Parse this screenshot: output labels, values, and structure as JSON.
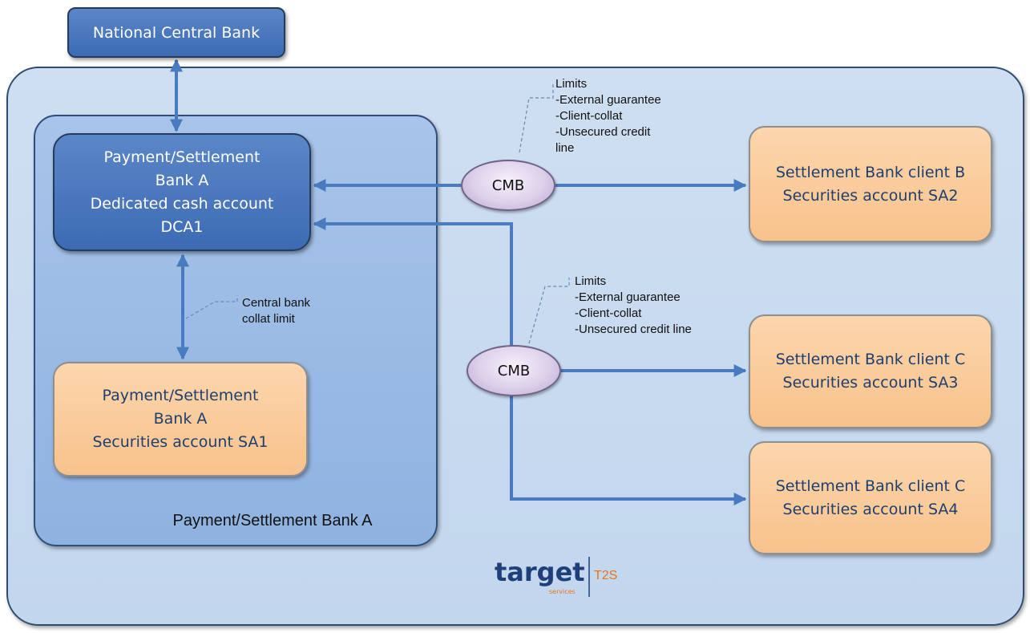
{
  "national_central_bank": {
    "label": "National Central Bank"
  },
  "dedicated_cash_account": {
    "lines": [
      "Payment/Settlement",
      "Bank A",
      "Dedicated cash account",
      "DCA1"
    ]
  },
  "bank_a_container": {
    "label": "Payment/Settlement Bank A"
  },
  "securities_account_sa1": {
    "lines": [
      "Payment/Settlement",
      "Bank A",
      "Securities account SA1"
    ]
  },
  "central_bank_collat": {
    "lines": [
      "Central bank",
      "collat limit"
    ]
  },
  "cmb_top": {
    "label": "CMB"
  },
  "cmb_bottom": {
    "label": "CMB"
  },
  "limits_top": {
    "lines": [
      "Limits",
      "-External guarantee",
      "-Client-collat",
      "-Unsecured credit",
      "line"
    ]
  },
  "limits_bottom": {
    "lines": [
      "Limits",
      "-External guarantee",
      "-Client-collat",
      "-Unsecured credit line"
    ]
  },
  "client_b": {
    "lines": [
      "Settlement Bank client B",
      "Securities account SA2"
    ]
  },
  "client_c_sa3": {
    "lines": [
      "Settlement Bank client C",
      "Securities account SA3"
    ]
  },
  "client_c_sa4": {
    "lines": [
      "Settlement Bank client C",
      "Securities account SA4"
    ]
  },
  "logo": {
    "word": "target",
    "sub": "services",
    "tag": "T2S"
  },
  "colors": {
    "dark_blue": "#3d6bb3",
    "orange": "#f8c28c",
    "arrow": "#4a7abf",
    "logo_word": "#1f3f7a",
    "logo_tag": "#e8731a"
  }
}
